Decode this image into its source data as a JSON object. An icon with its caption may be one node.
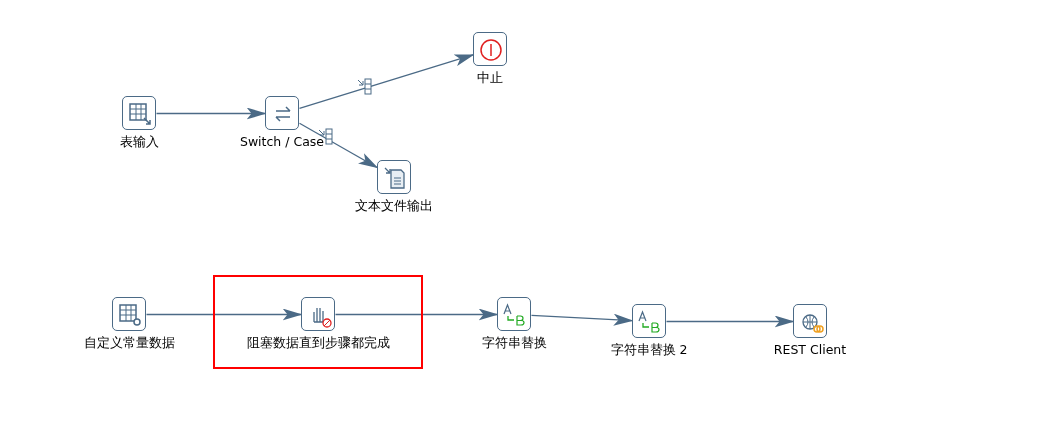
{
  "diagram": {
    "nodes": [
      {
        "text": [
          "表输入"
        ]
      },
      {
        "text": [
          "Switch / Case"
        ]
      },
      {
        "text": [
          "中止"
        ]
      },
      {
        "text": [
          "文本文件输出"
        ]
      },
      {
        "text": [
          "自定义常量数据"
        ]
      },
      {
        "text": [],
        "shape": "box"
      },
      {
        "text": [
          "阻塞数据直到步骤都完成"
        ],
        "in": 5
      },
      {
        "text": [
          "字符串替换"
        ]
      },
      {
        "text": [
          "字符串替换 2"
        ]
      },
      {
        "text": [
          "REST Client"
        ]
      }
    ],
    "edges": [
      {
        "from": 0,
        "to": 1,
        "arrow": "to"
      },
      {
        "from": 1,
        "to": 2,
        "arrow": "to"
      },
      {
        "from": 1,
        "to": 3,
        "arrow": "to"
      },
      {
        "from": 4,
        "to": 6,
        "arrow": "to"
      },
      {
        "from": 6,
        "to": 7,
        "arrow": "to"
      },
      {
        "from": 7,
        "to": 8,
        "arrow": "to"
      },
      {
        "from": 8,
        "to": 9,
        "arrow": "to"
      }
    ]
  }
}
